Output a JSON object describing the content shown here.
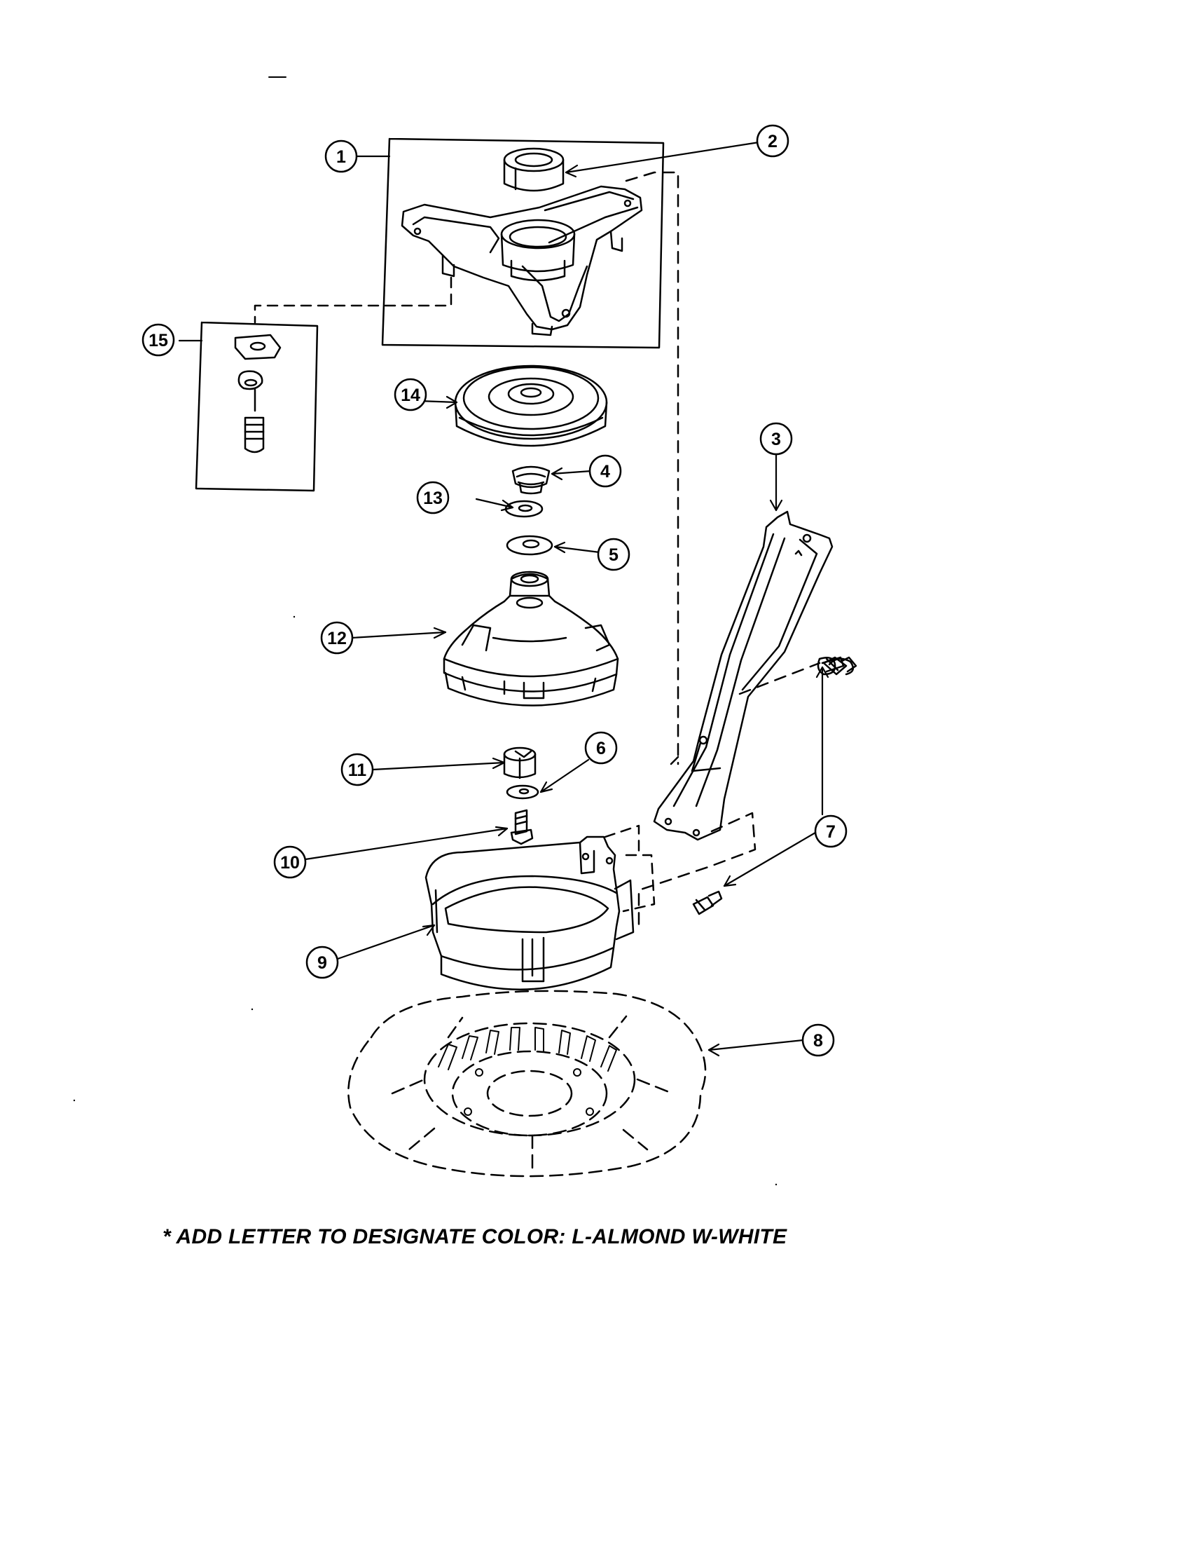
{
  "callouts": [
    "1",
    "2",
    "3",
    "4",
    "5",
    "6",
    "7",
    "8",
    "9",
    "10",
    "11",
    "12",
    "13",
    "14",
    "15"
  ],
  "footnote": "* ADD LETTER TO DESIGNATE COLOR: L-ALMOND  W-WHITE",
  "colors": {
    "ink": "#000000",
    "paper": "#ffffff"
  }
}
